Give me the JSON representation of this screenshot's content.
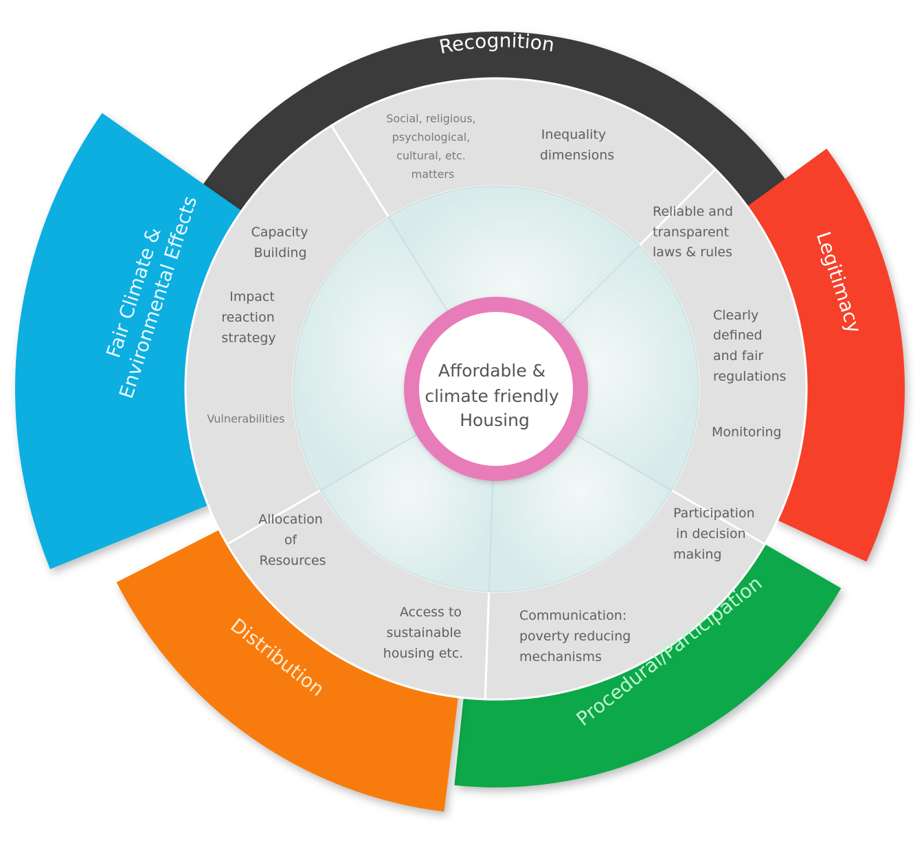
{
  "center": {
    "lines": [
      "Affordable &",
      "climate friendly",
      "Housing"
    ],
    "ring_color": "#e87cb8"
  },
  "bands": [
    {
      "id": "recognition",
      "label": "Recognition",
      "color": "#3a3a3a"
    },
    {
      "id": "legitimacy",
      "label": "Legitimacy",
      "color": "#f6402c"
    },
    {
      "id": "procedural",
      "label": "Procedural/Participation",
      "color": "#10a84a"
    },
    {
      "id": "distribution",
      "label": "Distribution",
      "color": "#f87b10"
    },
    {
      "id": "fair-climate",
      "label_lines": [
        "Fair Climate &",
        "Environmental Effects"
      ],
      "color": "#07aee0"
    }
  ],
  "items": {
    "recognition_1": [
      "Social, religious,",
      "psychological,",
      "cultural, etc.",
      "matters"
    ],
    "recognition_2": [
      "Inequality",
      "dimensions"
    ],
    "legitimacy_1": [
      "Reliable and",
      "transparent",
      "laws & rules"
    ],
    "legitimacy_2": [
      "Clearly",
      "defined",
      "and fair",
      "regulations"
    ],
    "legitimacy_3": [
      "Monitoring"
    ],
    "procedural_1": [
      "Participation",
      "in decision",
      "making"
    ],
    "procedural_2": [
      "Communication:",
      "poverty reducing",
      "mechanisms"
    ],
    "distribution_1": [
      "Access to",
      "sustainable",
      "housing etc."
    ],
    "distribution_2": [
      "Allocation",
      "of",
      "Resources"
    ],
    "fair_1": [
      "Capacity",
      "Building"
    ],
    "fair_2": [
      "Impact",
      "reaction",
      "strategy"
    ],
    "fair_3": [
      "Vulnerabilities"
    ]
  }
}
